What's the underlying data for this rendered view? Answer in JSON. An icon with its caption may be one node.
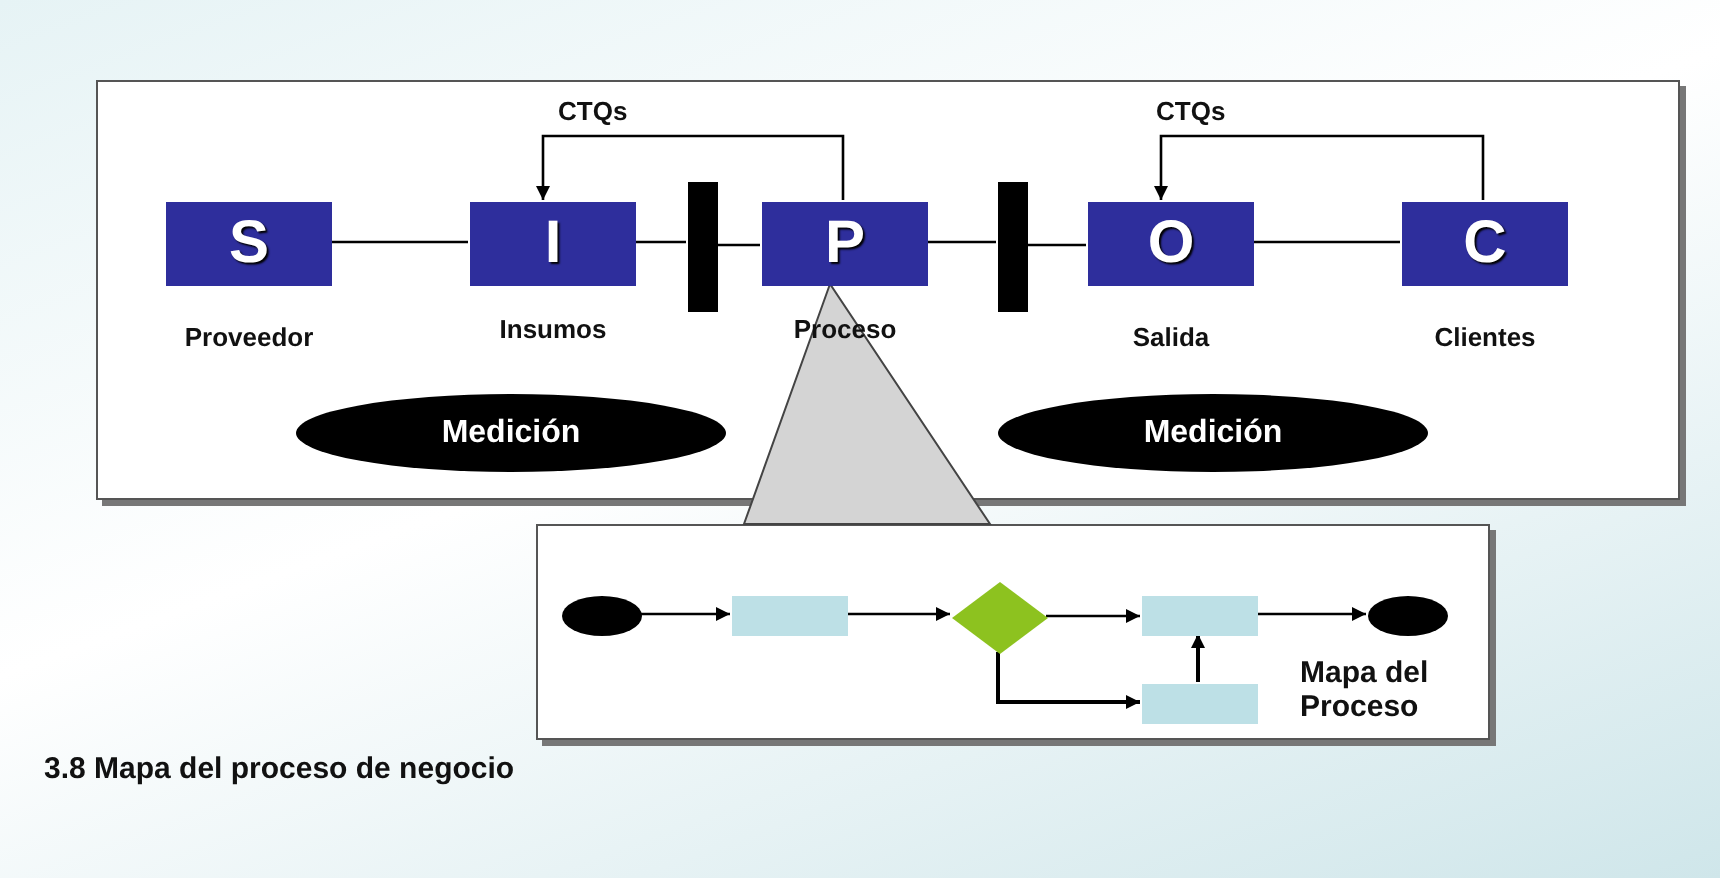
{
  "diagram": {
    "nodes": [
      {
        "text": [],
        "shape": "box"
      },
      {
        "text": [
          "S"
        ],
        "beside": [
          "Proveedor"
        ],
        "in": 0
      },
      {
        "text": [
          "I"
        ],
        "beside": [
          "Insumos"
        ],
        "in": 0
      },
      {
        "text": [
          "P"
        ],
        "beside": [
          "Proceso"
        ],
        "in": 0
      },
      {
        "text": [
          "O"
        ],
        "beside": [
          "Salida"
        ],
        "in": 0
      },
      {
        "text": [
          "C"
        ],
        "beside": [
          "Clientes"
        ],
        "in": 0
      },
      {
        "text": [],
        "shape": "bar",
        "in": 0
      },
      {
        "text": [],
        "shape": "bar",
        "in": 0
      },
      {
        "text": [
          "Medición"
        ],
        "in": 0
      },
      {
        "text": [
          "Medición"
        ],
        "in": 0
      },
      {
        "text": [
          "Mapa del Proceso"
        ]
      },
      {
        "text": [],
        "shape": "circle",
        "in": 10
      },
      {
        "text": [],
        "shape": "box",
        "in": 10
      },
      {
        "text": [],
        "shape": "diamond",
        "in": 10
      },
      {
        "text": [],
        "shape": "box",
        "in": 10
      },
      {
        "text": [],
        "shape": "circle",
        "in": 10
      },
      {
        "text": [],
        "shape": "box",
        "in": 10
      }
    ],
    "edges": [
      {
        "from": 1,
        "to": 2,
        "arrow": "none"
      },
      {
        "from": 2,
        "to": 6,
        "arrow": "none"
      },
      {
        "from": 6,
        "to": 3,
        "arrow": "none"
      },
      {
        "from": 3,
        "to": 7,
        "arrow": "none"
      },
      {
        "from": 7,
        "to": 4,
        "arrow": "none"
      },
      {
        "from": 4,
        "to": 5,
        "arrow": "none"
      },
      {
        "from": 3,
        "to": 2,
        "arrow": "to",
        "label": "CTQs"
      },
      {
        "from": 5,
        "to": 4,
        "arrow": "to",
        "label": "CTQs"
      },
      {
        "from": 11,
        "to": 12,
        "arrow": "to"
      },
      {
        "from": 12,
        "to": 13,
        "arrow": "to"
      },
      {
        "from": 13,
        "to": 14,
        "arrow": "to"
      },
      {
        "from": 14,
        "to": 15,
        "arrow": "to"
      },
      {
        "from": 13,
        "to": 16,
        "arrow": "to"
      },
      {
        "from": 16,
        "to": 14,
        "arrow": "to"
      }
    ],
    "labels": [
      "3.8 Mapa del proceso de negocio"
    ]
  }
}
